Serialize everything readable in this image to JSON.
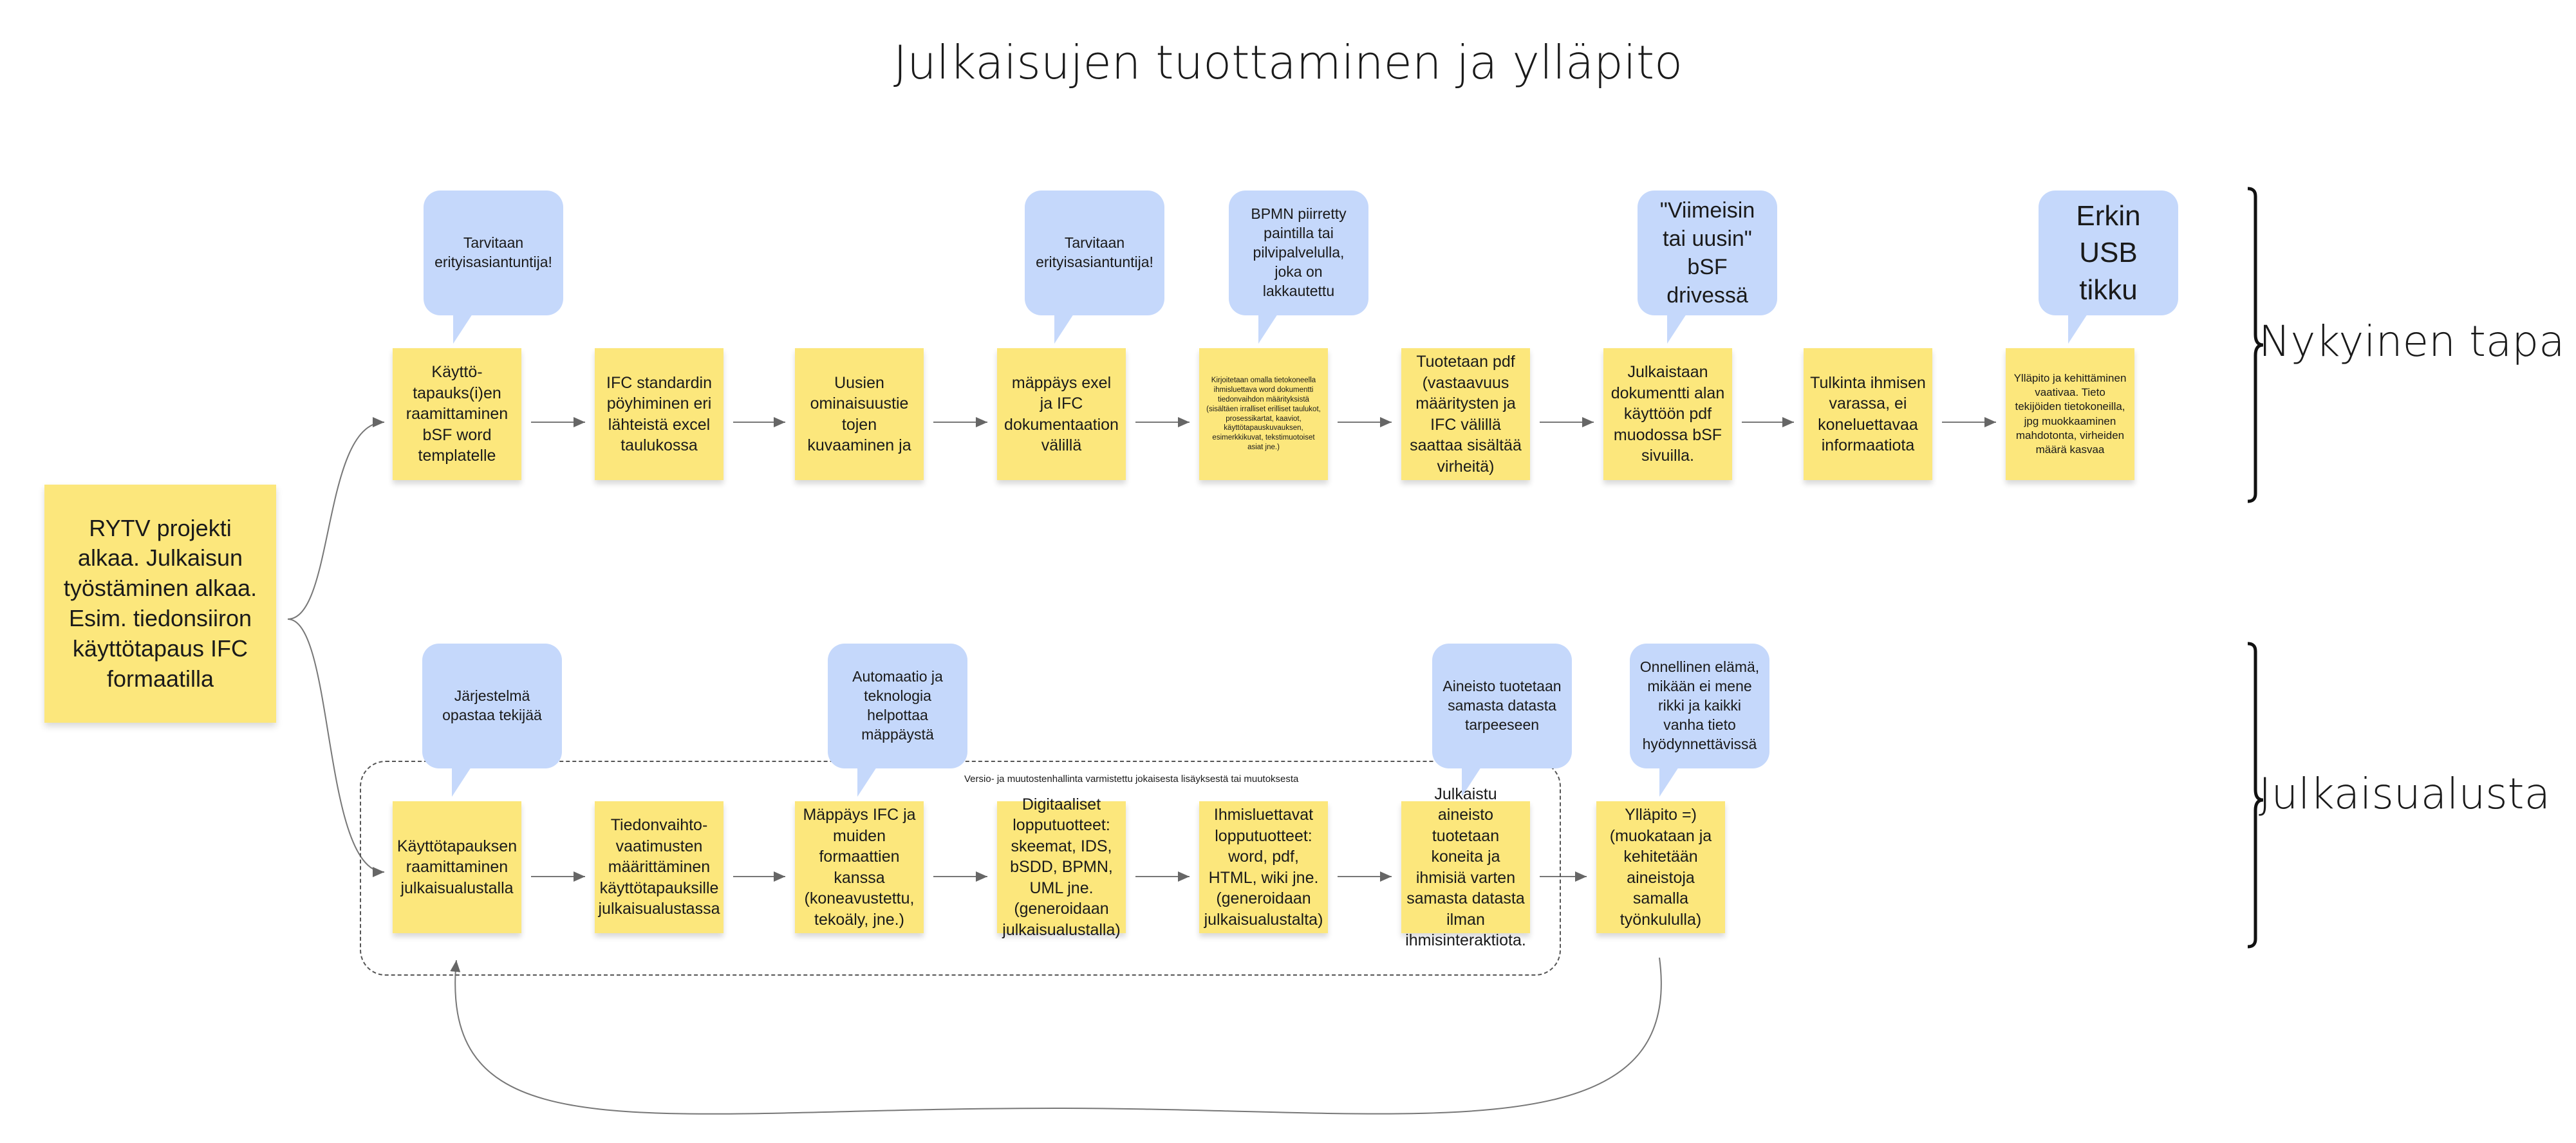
{
  "title": "Julkaisujen tuottaminen ja ylläpito",
  "start_note": "RYTV projekti alkaa. Julkaisun työstäminen alkaa. Esim. tiedonsiiron käyttötapaus IFC formaatilla",
  "lanes": {
    "current": "Nykyinen tapa",
    "platform": "Julkaisualusta"
  },
  "version_label": "Versio- ja muutostenhallinta varmistettu jokaisesta lisäyksestä tai muutoksesta",
  "current_notes": [
    "Käyttö-tapauks(i)en raamittaminen bSF word templatelle",
    "IFC standardin pöyhiminen eri lähteistä excel taulukossa",
    "Uusien ominaisuustie tojen kuvaaminen ja",
    "mäppäys exel ja IFC dokumentaation välillä",
    "Kirjoitetaan omalla tietokoneella ihmisluettava word dokumentti tiedonvaihdon määrityksistä (sisältäen irralliset erilliset taulukot, prosessikartat, kaaviot, käyttötapauskuvauksen, esimerkkikuvat, tekstimuotoiset asiat jne.)",
    "Tuotetaan pdf (vastaavuus määritysten ja IFC välillä saattaa sisältää virheitä)",
    "Julkaistaan dokumentti alan käyttöön pdf muodossa bSF sivuilla.",
    "Tulkinta ihmisen varassa, ei koneluettavaa informaatiota",
    "Ylläpito ja kehittäminen vaativaa. Tieto tekijöiden tietokoneilla, jpg muokkaaminen mahdotonta, virheiden määrä kasvaa"
  ],
  "current_bubbles": [
    "Tarvitaan erityisasiantuntija!",
    "Tarvitaan erityisasiantuntija!",
    "BPMN piirretty paintilla tai pilvipalvelulla, joka on lakkautettu",
    "\"Viimeisin tai uusin\" bSF drivessä",
    "Erkin USB tikku"
  ],
  "platform_notes": [
    "Käyttötapauksen raamittaminen julkaisualustalla",
    "Tiedonvaihto-vaatimusten määrittäminen käyttötapauksille julkaisualustassa",
    "Mäppäys IFC ja muiden formaattien kanssa (koneavustettu, tekoäly, jne.)",
    "Digitaaliset lopputuotteet: skeemat, IDS, bSDD, BPMN, UML jne. (generoidaan julkaisualustalla)",
    "Ihmisluettavat lopputuotteet: word, pdf, HTML, wiki jne. (generoidaan julkaisualustalta)",
    "Julkaistu aineisto tuotetaan koneita ja ihmisiä varten samasta datasta ilman ihmisinteraktiota.",
    "Ylläpito =) (muokataan ja kehitetään aineistoja samalla työnkululla)"
  ],
  "platform_bubbles": [
    "Järjestelmä opastaa tekijää",
    "Automaatio ja teknologia helpottaa mäppäystä",
    "Aineisto tuotetaan samasta datasta tarpeeseen",
    "Onnellinen elämä, mikään ei mene rikki ja kaikki vanha tieto hyödynnettävissä"
  ]
}
